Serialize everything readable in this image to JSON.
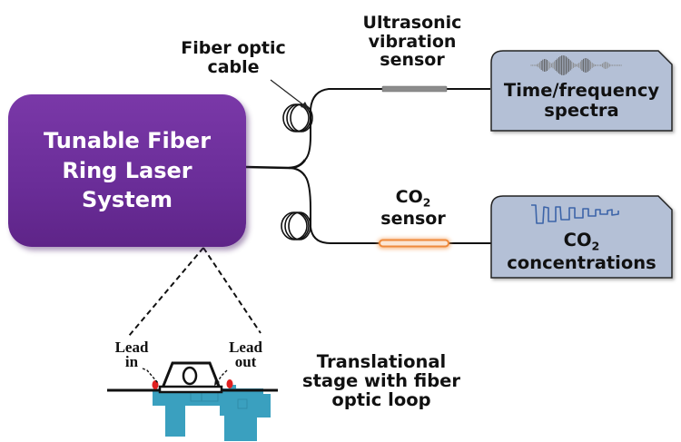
{
  "laser_system": {
    "lines": [
      "Tunable Fiber",
      "Ring Laser",
      "System"
    ],
    "color": "#6a2d98"
  },
  "labels": {
    "fiber_optic_cable": [
      "Fiber optic",
      "cable"
    ],
    "ultrasonic_sensor": [
      "Ultrasonic",
      "vibration",
      "sensor"
    ],
    "co2_sensor": {
      "main": "CO",
      "sub": "2",
      "line2": "sensor"
    },
    "translational_stage": [
      "Translational",
      "stage with fiber",
      "optic loop"
    ],
    "lead_in": [
      "Lead",
      "in"
    ],
    "lead_out": [
      "Lead",
      "out"
    ]
  },
  "outputs": {
    "spectra": {
      "lines": [
        "Time/frequency",
        "spectra"
      ],
      "icon": "waveform-icon"
    },
    "co2": {
      "main": "CO",
      "sub": "2",
      "line2": "concentrations",
      "icon": "square-wave-icon"
    }
  },
  "colors": {
    "output_box_fill": "#b4c0d6",
    "ultrasonic_sensor": "#8c8c8c",
    "co2_sensor_glow": "#f08a3a",
    "stage": "#3aa0bf",
    "lead_marker": "#e02020",
    "square_wave": "#3c64a8"
  }
}
